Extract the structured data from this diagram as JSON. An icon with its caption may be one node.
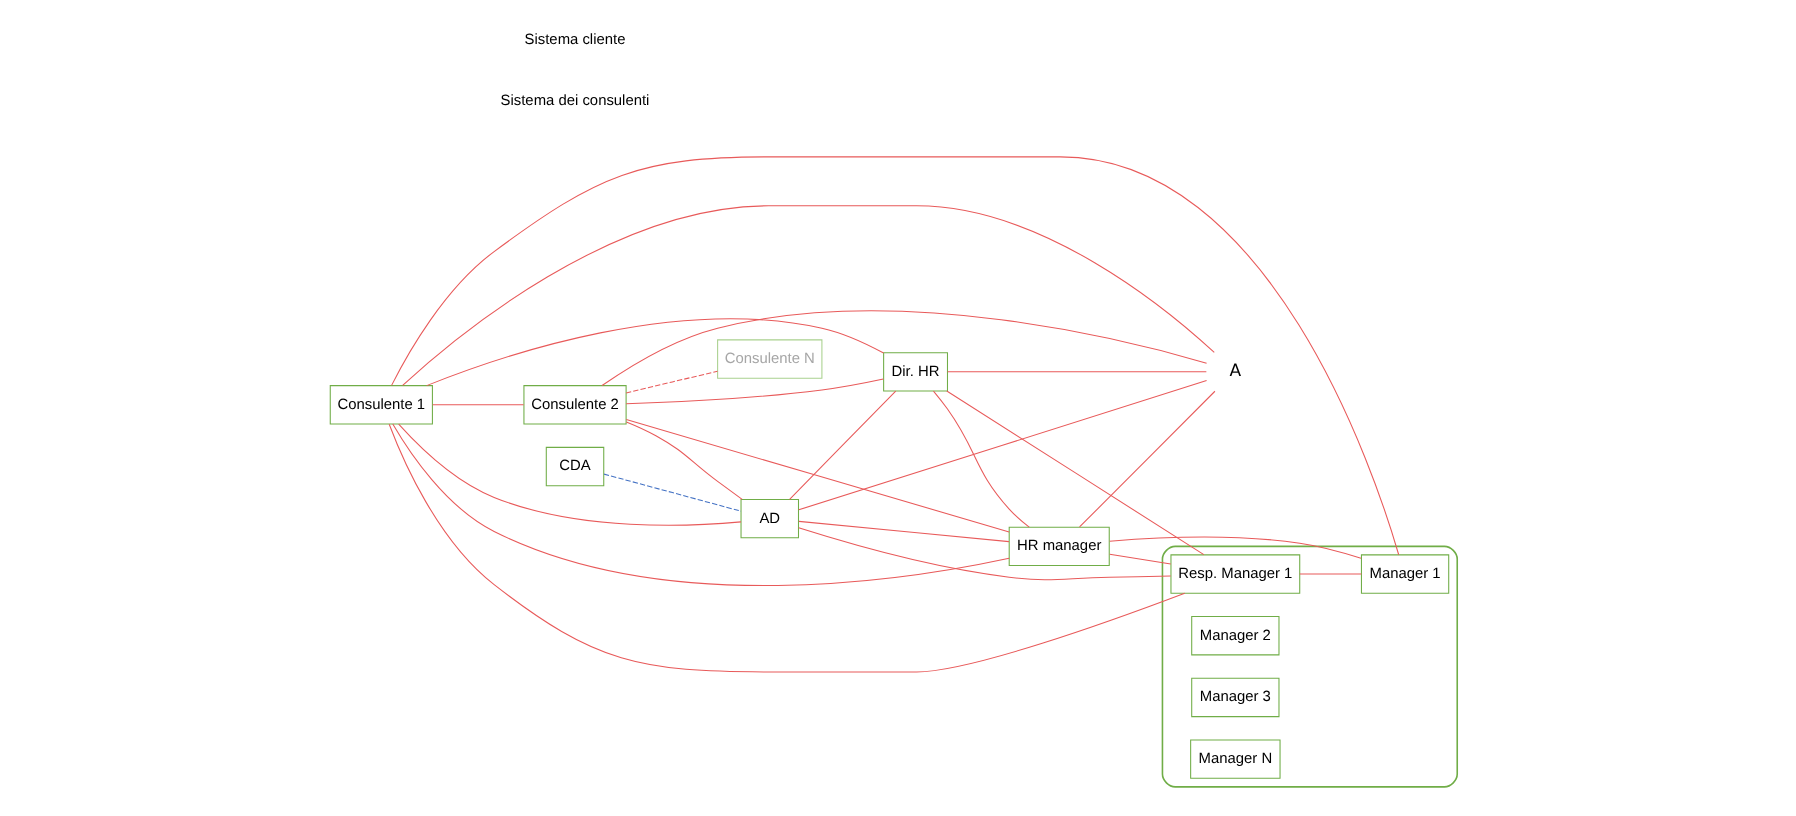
{
  "diagram": {
    "nodes": [
      {
        "text": [
          "Consulente 1"
        ]
      },
      {
        "text": [
          "Consulente 2"
        ]
      },
      {
        "text": [
          "Consulente N"
        ]
      },
      {
        "text": [
          "CDA"
        ]
      },
      {
        "text": [
          "AD"
        ]
      },
      {
        "text": [
          "Dir. HR"
        ]
      },
      {
        "text": [
          "HR manager"
        ]
      },
      {
        "text": [],
        "shape": "cloud"
      },
      {
        "text": [
          "A"
        ]
      },
      {
        "text": [
          "Resp. Manager 1"
        ],
        "in": 7
      },
      {
        "text": [
          "Manager 1"
        ],
        "in": 7
      },
      {
        "text": [
          "Manager 2"
        ],
        "in": 7
      },
      {
        "text": [
          "Manager 3"
        ],
        "in": 7
      },
      {
        "text": [
          "Manager N"
        ],
        "in": 7
      }
    ],
    "edges": [
      {
        "from": 0,
        "to": 1,
        "arrow": "none"
      },
      {
        "from": 1,
        "to": 2,
        "arrow": "none",
        "style": "dashed"
      },
      {
        "from": 3,
        "to": 4,
        "arrow": "none",
        "style": "dashed",
        "color": "#4472c4"
      },
      {
        "from": 0,
        "to": 4,
        "arrow": "none"
      },
      {
        "from": 0,
        "to": 9,
        "arrow": "none"
      },
      {
        "from": 0,
        "to": 10,
        "arrow": "none"
      },
      {
        "from": 0,
        "to": 8,
        "arrow": "none"
      },
      {
        "from": 0,
        "to": 5,
        "arrow": "none"
      },
      {
        "from": 0,
        "to": 6,
        "arrow": "none"
      },
      {
        "from": 1,
        "to": 4,
        "arrow": "none"
      },
      {
        "from": 1,
        "to": 8,
        "arrow": "none"
      },
      {
        "from": 1,
        "to": 5,
        "arrow": "none"
      },
      {
        "from": 1,
        "to": 6,
        "arrow": "none"
      },
      {
        "from": 4,
        "to": 5,
        "arrow": "none"
      },
      {
        "from": 4,
        "to": 6,
        "arrow": "none"
      },
      {
        "from": 4,
        "to": 8,
        "arrow": "none"
      },
      {
        "from": 4,
        "to": 9,
        "arrow": "none"
      },
      {
        "from": 5,
        "to": 8,
        "arrow": "none"
      },
      {
        "from": 5,
        "to": 9,
        "arrow": "none"
      },
      {
        "from": 5,
        "to": 6,
        "arrow": "none"
      },
      {
        "from": 6,
        "to": 8,
        "arrow": "none"
      },
      {
        "from": 6,
        "to": 9,
        "arrow": "none"
      },
      {
        "from": 6,
        "to": 10,
        "arrow": "none"
      },
      {
        "from": 9,
        "to": 10,
        "arrow": "none"
      }
    ],
    "labels": [
      "Sistema dei consulenti",
      "Sistema cliente"
    ]
  }
}
